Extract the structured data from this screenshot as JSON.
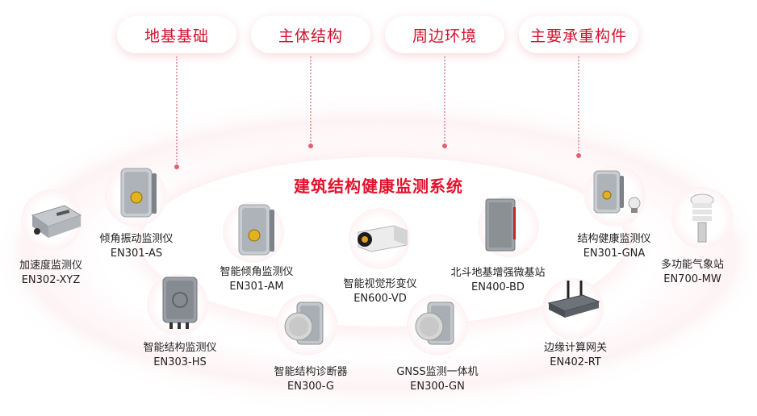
{
  "categories": [
    "地基基础",
    "主体结构",
    "周边环境",
    "主要承重构件"
  ],
  "center_title": "建筑结构健康监测系统",
  "devices": [
    {
      "name": "倾角振动监测仪",
      "code": "EN301-AS"
    },
    {
      "name": "加速度监测仪",
      "code": "EN302-XYZ"
    },
    {
      "name": "智能倾角监测仪",
      "code": "EN301-AM"
    },
    {
      "name": "智能视觉形变仪",
      "code": "EN600-VD"
    },
    {
      "name": "北斗地基增强微基站",
      "code": "EN400-BD"
    },
    {
      "name": "结构健康监测仪",
      "code": "EN301-GNA"
    },
    {
      "name": "多功能气象站",
      "code": "EN700-MW"
    },
    {
      "name": "智能结构监测仪",
      "code": "EN303-HS"
    },
    {
      "name": "智能结构诊断器",
      "code": "EN300-G"
    },
    {
      "name": "GNSS监测一体机",
      "code": "EN300-GN"
    },
    {
      "name": "边缘计算网关",
      "code": "EN402-RT"
    }
  ],
  "colors": {
    "accent": "#d4102c",
    "glow": "#fbe2e6"
  }
}
